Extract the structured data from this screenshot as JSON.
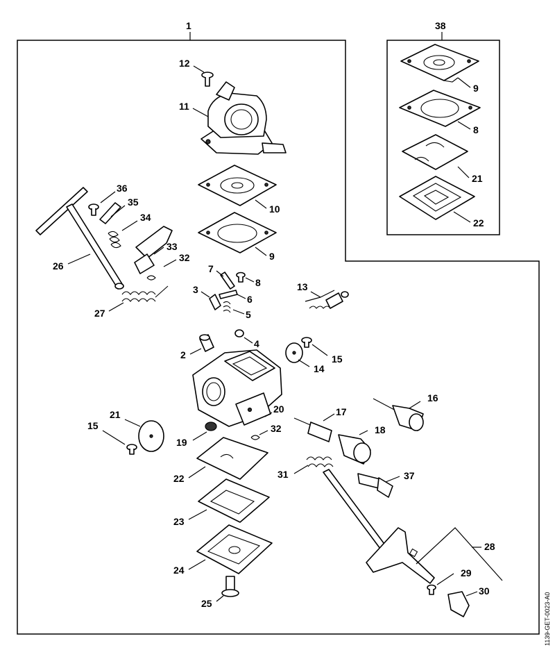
{
  "drawing_code": "1139-GET-0023-A0",
  "labels": {
    "l1": "1",
    "l38": "38",
    "l9a": "9",
    "l8a": "8",
    "l21a": "21",
    "l22a": "22",
    "l12": "12",
    "l11": "11",
    "l10": "10",
    "l9b": "9",
    "l36": "36",
    "l35": "35",
    "l34": "34",
    "l33": "33",
    "l32a": "32",
    "l26": "26",
    "l27": "27",
    "l7": "7",
    "l8b": "8",
    "l3": "3",
    "l6": "6",
    "l5": "5",
    "l13": "13",
    "l4": "4",
    "l2": "2",
    "l15a": "15",
    "l14": "14",
    "l16": "16",
    "l17": "17",
    "l18": "18",
    "l20": "20",
    "l21b": "21",
    "l15b": "15",
    "l19": "19",
    "l32b": "32",
    "l22b": "22",
    "l31": "31",
    "l37": "37",
    "l23": "23",
    "l24": "24",
    "l25": "25",
    "l28": "28",
    "l29": "29",
    "l30": "30"
  }
}
